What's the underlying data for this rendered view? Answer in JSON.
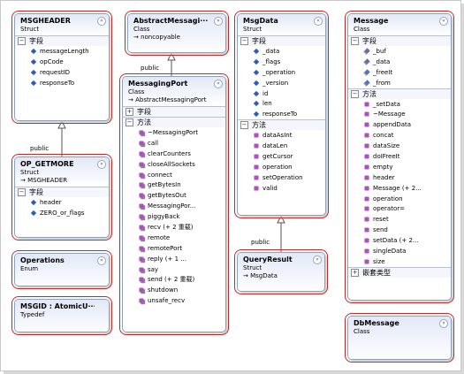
{
  "labels": {
    "sec_fields": "字段",
    "sec_methods": "方法",
    "sec_nested": "嵌套类型",
    "collapse_glyph": "«",
    "expand_glyph": "»"
  },
  "connectors": [
    {
      "label": "public"
    },
    {
      "label": "public"
    },
    {
      "label": "public"
    }
  ],
  "boxes": {
    "msgheader": {
      "name": "MSGHEADER",
      "kind": "Struct",
      "fields": [
        "messageLength",
        "opCode",
        "requestID",
        "responseTo"
      ]
    },
    "abstract_port": {
      "name": "AbstractMessagi···",
      "kind": "Class",
      "base": "→ noncopyable"
    },
    "msgdata": {
      "name": "MsgData",
      "kind": "Struct",
      "fields": [
        "_data",
        "_flags",
        "_operation",
        "_version",
        "id",
        "len",
        "responseTo"
      ],
      "methods": [
        "dataAsInt",
        "dataLen",
        "getCursor",
        "operation",
        "setOperation",
        "valid"
      ]
    },
    "message": {
      "name": "Message",
      "kind": "Class",
      "fields": [
        "_buf",
        "_data",
        "_freeIt",
        "_from"
      ],
      "methods": [
        "_setData",
        "~Message",
        "appendData",
        "concat",
        "dataSize",
        "doIFreeIt",
        "empty",
        "header",
        "Message (+ 2...",
        "operation",
        "operator=",
        "reset",
        "send",
        "setData (+ 2...",
        "singleData",
        "size"
      ]
    },
    "messaging_port": {
      "name": "MessagingPort",
      "kind": "Class",
      "base": "→ AbstractMessagingPort",
      "methods": [
        "~MessagingPort",
        "call",
        "clearCounters",
        "closeAllSockets",
        "connect",
        "getBytesIn",
        "getBytesOut",
        "MessagingPor...",
        "piggyBack",
        "recv (+ 2 重载)",
        "remote",
        "remotePort",
        "reply (+ 1 ...",
        "say",
        "send (+ 2 重载)",
        "shutdown",
        "unsafe_recv"
      ]
    },
    "op_getmore": {
      "name": "OP_GETMORE",
      "kind": "Struct",
      "base": "→ MSGHEADER",
      "fields": [
        "header",
        "ZERO_or_flags"
      ]
    },
    "operations": {
      "name": "Operations",
      "kind": "Enum"
    },
    "msgid": {
      "name": "MSGID : AtomicU···",
      "kind": "Typedef"
    },
    "query_result": {
      "name": "QueryResult",
      "kind": "Struct",
      "base": "→ MsgData"
    },
    "db_message": {
      "name": "DbMessage",
      "kind": "Class"
    }
  }
}
